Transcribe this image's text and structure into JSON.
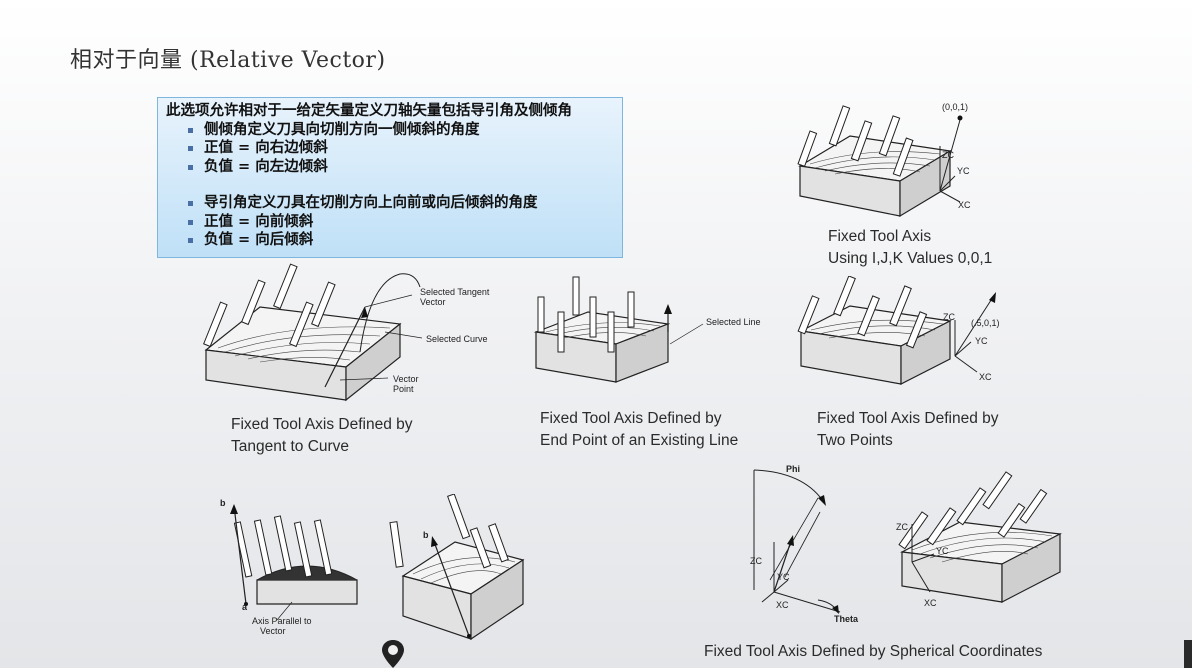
{
  "title": "相对于向量 (Relative Vector)",
  "infobox": {
    "lead": "此选项允许相对于一给定矢量定义刀轴矢量包括导引角及侧倾角",
    "group1": [
      "侧倾角定义刀具向切削方向一侧倾斜的角度",
      "正值    = 向右边倾斜",
      "负值    = 向左边倾斜"
    ],
    "group2": [
      "导引角定义刀具在切削方向上向前或向后倾斜的角度",
      "正值    = 向前倾斜",
      "负值    = 向后倾斜"
    ]
  },
  "captions": {
    "fixed_ijk_line1": "Fixed Tool Axis",
    "fixed_ijk_line2": "Using I,J,K Values 0,0,1",
    "tangent_line1": "Fixed Tool Axis Defined by",
    "tangent_line2": "Tangent to Curve",
    "endpoint_line1": "Fixed Tool Axis Defined by",
    "endpoint_line2": "End Point of an Existing Line",
    "twopoints_line1": "Fixed Tool Axis Defined by",
    "twopoints_line2": "Two Points",
    "spherical": "Fixed Tool Axis Defined by Spherical Coordinates"
  },
  "labels": {
    "ijk_point": "(0,0,1)",
    "zc": "ZC",
    "yc": "YC",
    "xc": "XC",
    "selected_tangent_vector_1": "Selected Tangent",
    "selected_tangent_vector_2": "Vector",
    "selected_curve": "Selected Curve",
    "vector_point_1": "Vector",
    "vector_point_2": "Point",
    "selected_line": "Selected Line",
    "two_points_point": "(.5,0,1)",
    "b": "b",
    "a": "a",
    "axis_parallel_1": "Axis Parallel to",
    "axis_parallel_2": "Vector",
    "phi": "Phi",
    "theta": "Theta"
  },
  "icons": [
    "location-pin-icon"
  ]
}
